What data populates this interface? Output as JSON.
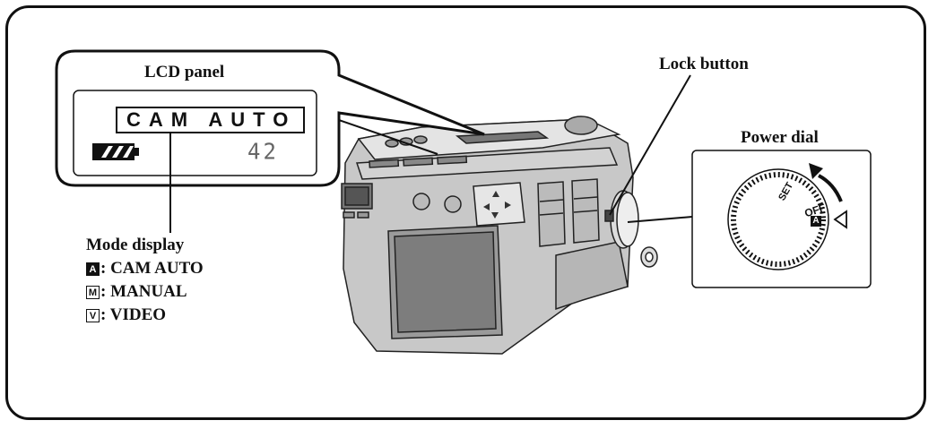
{
  "labels": {
    "lcd_panel": "LCD panel",
    "lock_button": "Lock button",
    "power_dial": "Power dial",
    "mode_display": "Mode display"
  },
  "lcd": {
    "mode_text": "CAM AUTO",
    "shot_count": "42"
  },
  "modes": [
    {
      "icon": "A",
      "label": ": CAM AUTO"
    },
    {
      "icon": "M",
      "label": ": MANUAL"
    },
    {
      "icon": "V",
      "label": ": VIDEO"
    }
  ],
  "dial": {
    "set_label": "SET",
    "off_label": "OFF",
    "auto_icon": "A"
  }
}
